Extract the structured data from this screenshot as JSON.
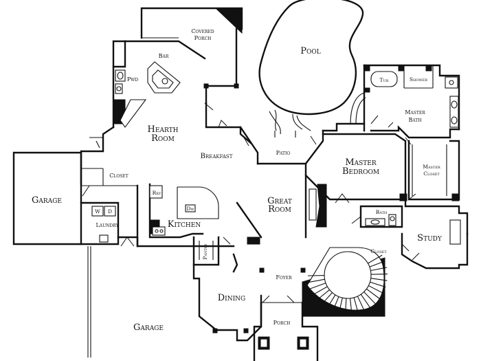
{
  "rooms": {
    "covered_porch_line1": "Covered",
    "covered_porch_line2": "Porch",
    "pool": "Pool",
    "bar": "Bar",
    "pwd": "Pwd",
    "tub": "Tub",
    "shower": "Shower",
    "master_bath_line1": "Master",
    "master_bath_line2": "Bath",
    "hearth_room_line1": "Hearth",
    "hearth_room_line2": "Room",
    "breakfast": "Breakfast",
    "patio": "Patio",
    "master_bedroom_line1": "Master",
    "master_bedroom_line2": "Bedroom",
    "master_closet_line1": "Master",
    "master_closet_line2": "Closet",
    "closet_left": "Closet",
    "garage_left": "Garage",
    "ref": "Ref",
    "dw": "Dw",
    "washer": "W",
    "dryer": "D",
    "laundry": "Laundry",
    "kitchen": "Kitchen",
    "great_room_line1": "Great",
    "great_room_line2": "Room",
    "bath": "Bath",
    "study": "Study",
    "closet_right": "Closet",
    "pantry": "Pantry",
    "foyer": "Foyer",
    "dining": "Dining",
    "porch": "Porch",
    "garage_bottom": "Garage"
  }
}
